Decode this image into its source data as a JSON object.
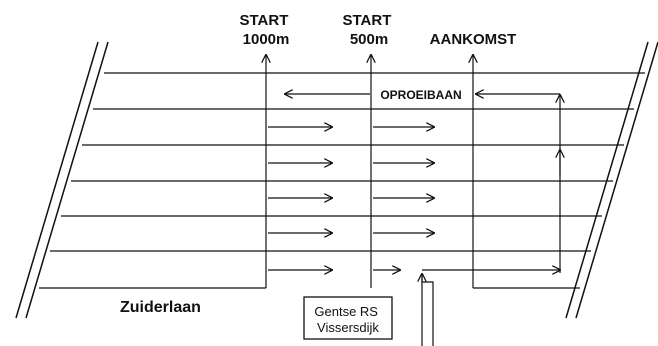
{
  "labels": {
    "start_1000": [
      "START",
      "1000m"
    ],
    "start_500": [
      "START",
      "500m"
    ],
    "finish": "AANKOMST",
    "warmup_lane": "OPROEIBAAN",
    "street": "Zuiderlaan",
    "club": [
      "Gentse RS",
      "Vissersdijk"
    ]
  },
  "colors": {
    "ink": "#111111",
    "background": "#ffffff"
  }
}
